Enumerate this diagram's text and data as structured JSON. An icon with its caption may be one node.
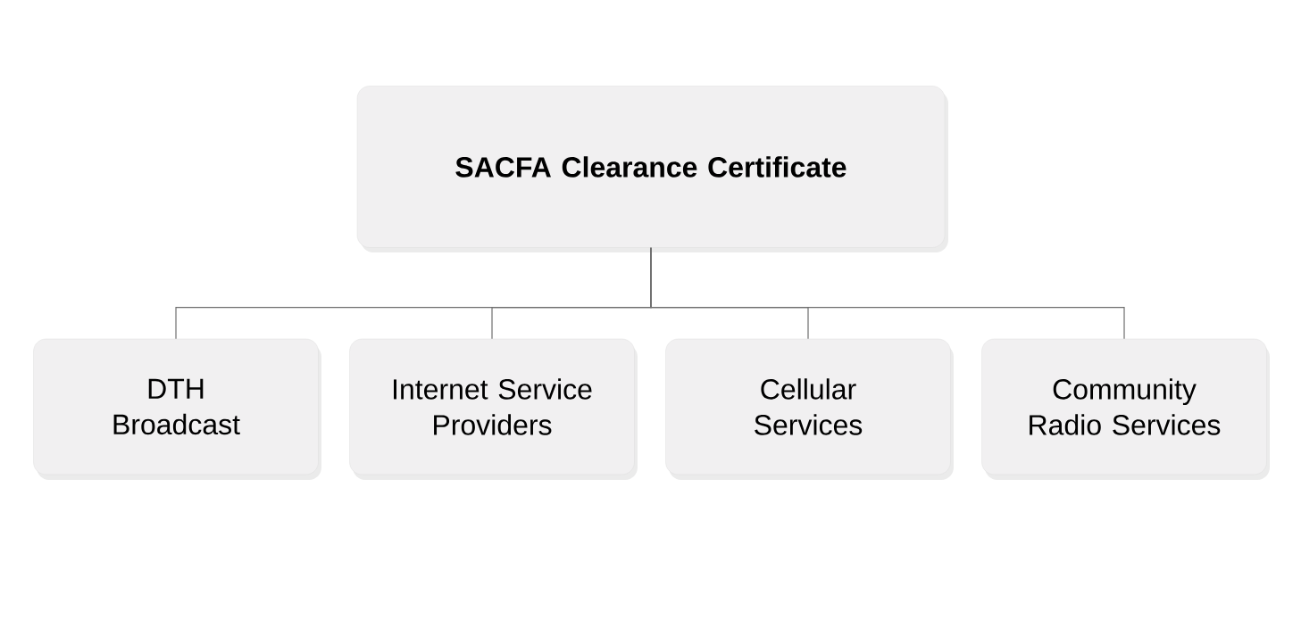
{
  "diagram": {
    "nodes": [
      {
        "text": [
          "SACFA Clearance Certificate"
        ]
      },
      {
        "text": [
          "DTH Broadcast"
        ]
      },
      {
        "text": [
          "Internet Service Providers"
        ]
      },
      {
        "text": [
          "Cellular Services"
        ]
      },
      {
        "text": [
          "Community Radio Services"
        ]
      }
    ],
    "edges": [
      {
        "from": 0,
        "to": 1,
        "arrow": "none"
      },
      {
        "from": 0,
        "to": 2,
        "arrow": "none"
      },
      {
        "from": 0,
        "to": 3,
        "arrow": "none"
      },
      {
        "from": 0,
        "to": 4,
        "arrow": "none"
      }
    ]
  }
}
